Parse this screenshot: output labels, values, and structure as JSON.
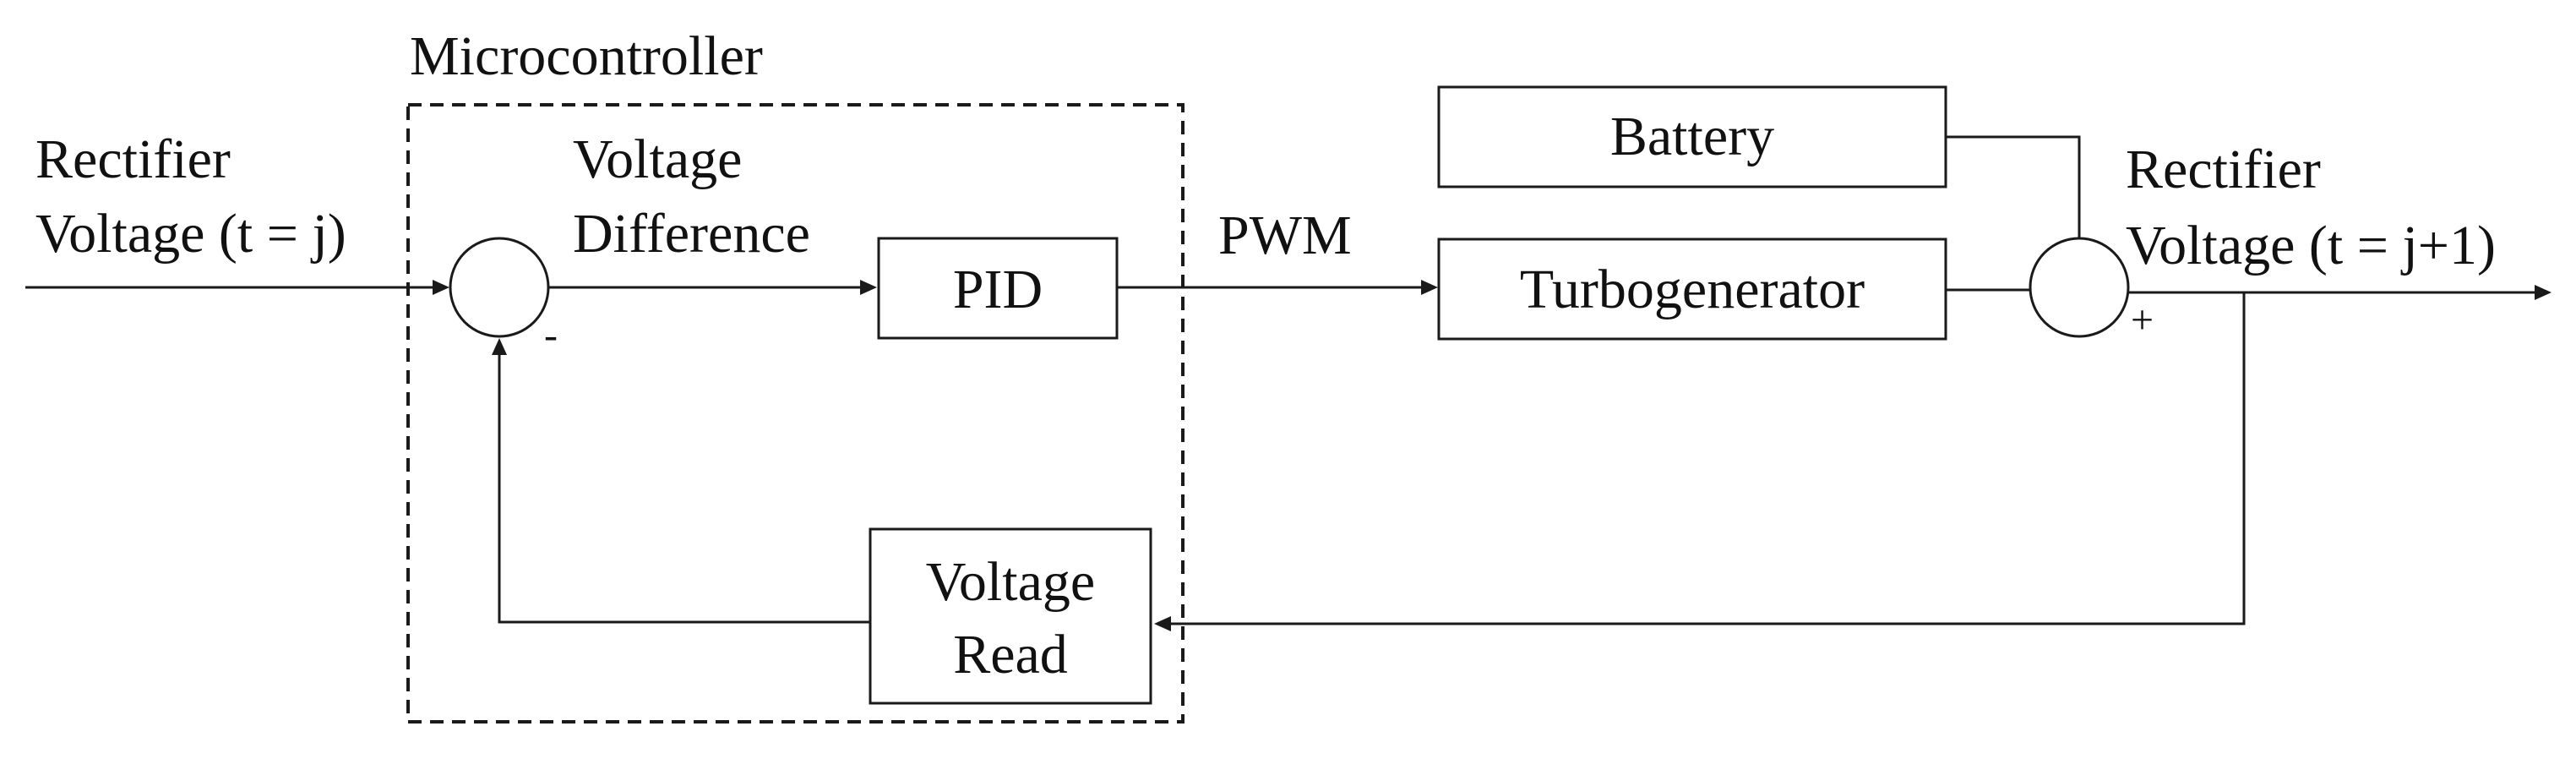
{
  "labels": {
    "microcontroller": "Microcontroller",
    "input_line1": "Rectifier",
    "input_line2": "Voltage (t = j)",
    "voltage_difference_line1": "Voltage",
    "voltage_difference_line2": "Difference",
    "pwm": "PWM",
    "output_line1": "Rectifier",
    "output_line2": "Voltage (t = j+1)"
  },
  "blocks": {
    "pid": "PID",
    "battery": "Battery",
    "turbogenerator": "Turbogenerator",
    "voltage_read_line1": "Voltage",
    "voltage_read_line2": "Read"
  },
  "signs": {
    "comparator_minus": "-",
    "summer_plus": "+"
  }
}
